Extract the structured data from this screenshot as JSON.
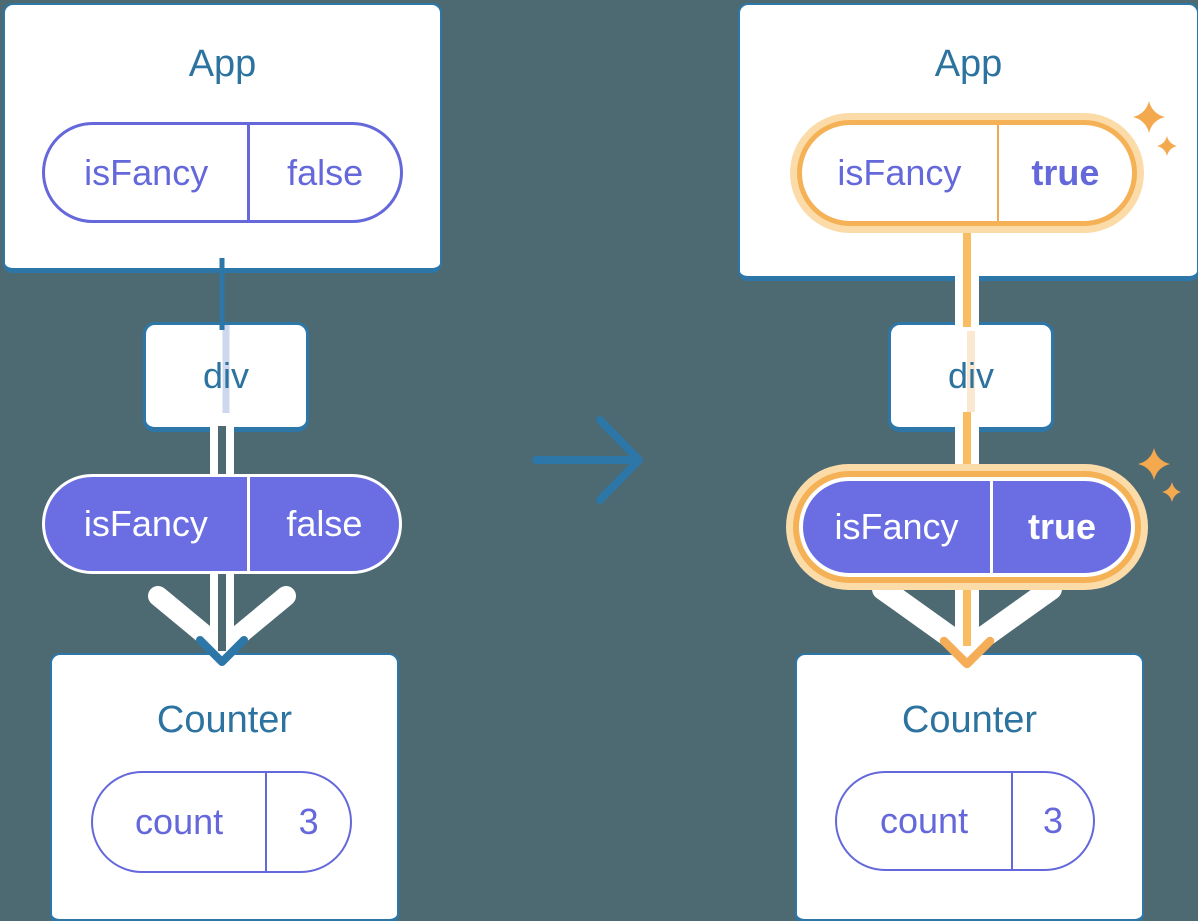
{
  "colors": {
    "background": "#4d6a73",
    "card_border_blue": "#2d77a8",
    "title_blue": "#2d73a0",
    "purple_outline": "#6468da",
    "purple_fill": "#6b6ee2",
    "highlight_orange": "#f5b156",
    "highlight_orange_glow": "#fbdca8",
    "flow_line_orange": "#f8bc61",
    "faded_line_orange": "#fbe8d0",
    "faded_line_blue": "#cdd8ee",
    "sparkle_orange": "#f5a94e",
    "white": "#ffffff"
  },
  "icons": {
    "transition_arrow_icon": "→",
    "sparkle_icon": "✦"
  },
  "trees": {
    "left": {
      "app": {
        "title": "App",
        "prop_name": "isFancy",
        "prop_value": "false"
      },
      "div_label": "div",
      "context_pill": {
        "prop_name": "isFancy",
        "prop_value": "false"
      },
      "counter": {
        "title": "Counter",
        "state_name": "count",
        "state_value": "3"
      }
    },
    "right": {
      "app": {
        "title": "App",
        "prop_name": "isFancy",
        "prop_value": "true"
      },
      "div_label": "div",
      "context_pill": {
        "prop_name": "isFancy",
        "prop_value": "true"
      },
      "counter": {
        "title": "Counter",
        "state_name": "count",
        "state_value": "3"
      }
    }
  }
}
